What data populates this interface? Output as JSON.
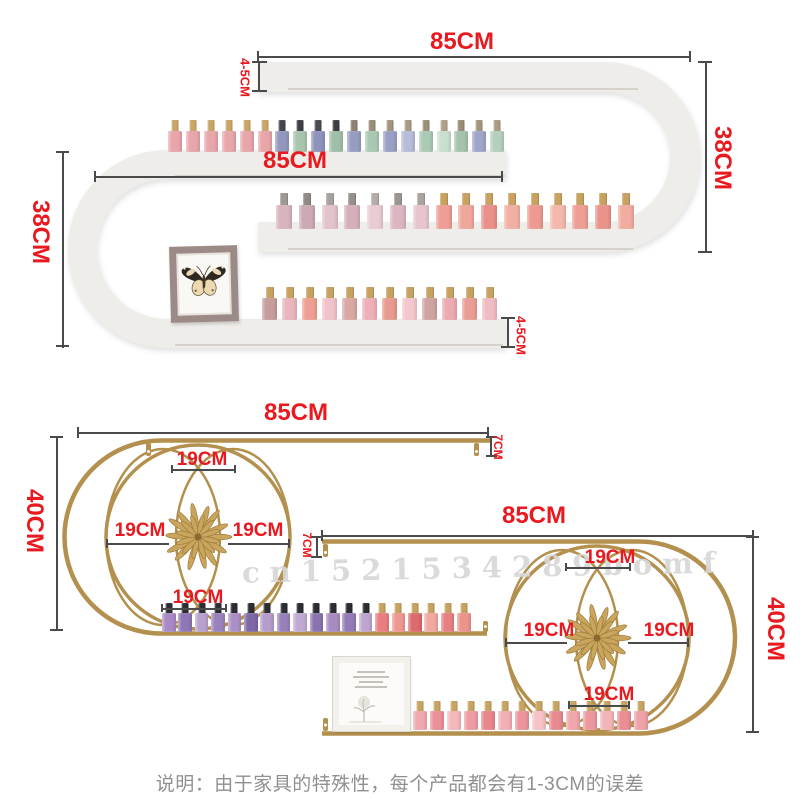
{
  "top_unit": {
    "dim_width_top": "85CM",
    "dim_thickness_top": "4-5CM",
    "dim_height_right": "38CM",
    "dim_width_middle": "85CM",
    "dim_height_left": "38CM",
    "dim_thickness_bottom": "4-5CM"
  },
  "unit1": {
    "dim_width": "85CM",
    "dim_bar": "7CM",
    "dim_height": "40CM",
    "dim_spoke_top": "19CM",
    "dim_spoke_left": "19CM",
    "dim_spoke_right": "19CM",
    "dim_spoke_bottom": "19CM"
  },
  "unit2": {
    "dim_width": "85CM",
    "dim_bar": "7CM",
    "dim_height": "40CM",
    "dim_spoke_top": "19CM",
    "dim_spoke_left": "19CM",
    "dim_spoke_right": "19CM",
    "dim_spoke_bottom": "19CM"
  },
  "watermark": "cn1521534289bomf",
  "caption": "说明：由于家具的特殊性，每个产品都会有1-3CM的误差",
  "colors": {
    "red": "#e8191f",
    "dim_line": "#4a4a4a",
    "gold": "#b3904e",
    "gold_dark": "#9c7b39",
    "flower": "#c9a55e",
    "shelf": "#efede9",
    "shelf_edge": "#d6d2ca",
    "watermark": "#d7d7d7",
    "caption": "#909090"
  },
  "bottles": {
    "row1": [
      [
        "#e8a6ab",
        "#c9a566"
      ],
      [
        "#e8a6ab",
        "#c9a566"
      ],
      [
        "#e8a6ab",
        "#c9a566"
      ],
      [
        "#e8a6ab",
        "#c9a566"
      ],
      [
        "#e8a6ab",
        "#c9a566"
      ],
      [
        "#e8a6ab",
        "#c9a566"
      ],
      [
        "#9297bd",
        "#44454e"
      ],
      [
        "#a9c4af",
        "#3f4044"
      ],
      [
        "#8e93bb",
        "#4a4a52"
      ],
      [
        "#9fbfa7",
        "#3c3e41"
      ],
      [
        "#979dc0",
        "#8d8273"
      ],
      [
        "#a9c8b2",
        "#9a8d79"
      ],
      [
        "#9aa0c4",
        "#a39480"
      ],
      [
        "#b7bcd8",
        "#a99a82"
      ],
      [
        "#abcab5",
        "#9c9078"
      ],
      [
        "#c9e0d0",
        "#b0a188"
      ],
      [
        "#a3c3ac",
        "#9a8d76"
      ],
      [
        "#9fa5c8",
        "#a4967e"
      ],
      [
        "#b4d0bd",
        "#ab9d84"
      ]
    ],
    "row2": [
      [
        "#d9b3bd",
        "#9e9894"
      ],
      [
        "#cbaab4",
        "#8f8a86"
      ],
      [
        "#e3c3cb",
        "#a8a29e"
      ],
      [
        "#d4b0ba",
        "#96908c"
      ],
      [
        "#e8ccd2",
        "#b3aca8"
      ],
      [
        "#dcb6c0",
        "#9b9591"
      ],
      [
        "#e5c6ce",
        "#aaa49f"
      ],
      [
        "#ee9e94",
        "#c9a160"
      ],
      [
        "#f0a79b",
        "#c9a160"
      ],
      [
        "#ea8f89",
        "#c9a160"
      ],
      [
        "#f2b0a4",
        "#c9a160"
      ],
      [
        "#ed9a90",
        "#c9a160"
      ],
      [
        "#f4b8ac",
        "#c9a160"
      ],
      [
        "#ee9f93",
        "#c9a160"
      ],
      [
        "#ea938b",
        "#c9a160"
      ],
      [
        "#f1aca0",
        "#c9a160"
      ]
    ],
    "row3": [
      [
        "#c69d9b",
        "#c7a261"
      ],
      [
        "#e9b6be",
        "#c7a261"
      ],
      [
        "#ef9f92",
        "#c7a261"
      ],
      [
        "#f2c2ca",
        "#c7a261"
      ],
      [
        "#d9a8a4",
        "#c7a261"
      ],
      [
        "#eeb0b8",
        "#c7a261"
      ],
      [
        "#e89a8e",
        "#c7a261"
      ],
      [
        "#f4c8ce",
        "#c7a261"
      ],
      [
        "#cfa3a0",
        "#c7a261"
      ],
      [
        "#ecaab2",
        "#c7a261"
      ],
      [
        "#ea9d94",
        "#c7a261"
      ],
      [
        "#f0bcc3",
        "#c7a261"
      ]
    ],
    "unit1": [
      [
        "#a989c5",
        "#2d2c33"
      ],
      [
        "#8f76b4",
        "#2d2c33"
      ],
      [
        "#b9a1ce",
        "#2d2c33"
      ],
      [
        "#9c82bd",
        "#2d2c33"
      ],
      [
        "#ab8fc6",
        "#2d2c33"
      ],
      [
        "#7e68a6",
        "#2d2c33"
      ],
      [
        "#b49ccb",
        "#2d2c33"
      ],
      [
        "#9880ba",
        "#2d2c33"
      ],
      [
        "#c0aad3",
        "#2d2c33"
      ],
      [
        "#8b73b0",
        "#2d2c33"
      ],
      [
        "#a78bc2",
        "#2d2c33"
      ],
      [
        "#937bb6",
        "#2d2c33"
      ],
      [
        "#bca6d0",
        "#2d2c33"
      ],
      [
        "#e97e81",
        "#c6a25e"
      ],
      [
        "#ef9791",
        "#c6a25e"
      ],
      [
        "#dd6a6e",
        "#c6a25e"
      ],
      [
        "#f2a89e",
        "#c6a25e"
      ],
      [
        "#e87f83",
        "#c6a25e"
      ],
      [
        "#ec938c",
        "#c6a25e"
      ]
    ],
    "unit2": [
      [
        "#f0a7ad",
        "#c8a462"
      ],
      [
        "#eb8f98",
        "#c8a462"
      ],
      [
        "#f4b8bc",
        "#c8a462"
      ],
      [
        "#ee9ba2",
        "#c8a462"
      ],
      [
        "#e8858d",
        "#c8a462"
      ],
      [
        "#f2afb4",
        "#c8a462"
      ],
      [
        "#ec949c",
        "#c8a462"
      ],
      [
        "#f6c2c6",
        "#c8a462"
      ],
      [
        "#e98a91",
        "#c8a462"
      ],
      [
        "#f1a6ab",
        "#c8a462"
      ],
      [
        "#ed979e",
        "#c8a462"
      ],
      [
        "#f3b4b9",
        "#c8a462"
      ],
      [
        "#ea8d94",
        "#c8a462"
      ],
      [
        "#efa2a8",
        "#c8a462"
      ]
    ]
  }
}
